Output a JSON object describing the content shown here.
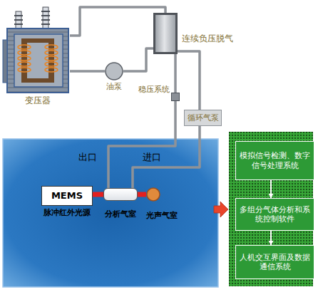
{
  "diagram": {
    "nodes": [
      {
        "text": [
          "变压器"
        ]
      },
      {
        "text": [
          "油泵"
        ]
      },
      {
        "text": [
          "连续负压脱气"
        ]
      },
      {
        "text": [
          "稳压系统"
        ]
      },
      {
        "text": [
          "循环气泵"
        ]
      },
      {
        "text": [
          "MEMS",
          "脉冲红外光源"
        ]
      },
      {
        "text": [
          "分析气室"
        ]
      },
      {
        "text": [
          "光声气室"
        ]
      },
      {
        "text": [
          "模拟信号检测、数字信号处理系统"
        ]
      },
      {
        "text": [
          "多组分气体分析和系统控制软件"
        ]
      },
      {
        "text": [
          "人机交互界面及数据通信系统"
        ]
      }
    ],
    "edges": [
      {
        "from": 0,
        "to": 1,
        "arrow": "none"
      },
      {
        "from": 1,
        "to": 2,
        "arrow": "none"
      },
      {
        "from": 0,
        "to": 2,
        "arrow": "none"
      },
      {
        "from": 2,
        "to": 3,
        "arrow": "none"
      },
      {
        "from": 3,
        "to": 6,
        "arrow": "none"
      },
      {
        "from": 2,
        "to": 4,
        "arrow": "none"
      },
      {
        "from": 4,
        "to": 6,
        "arrow": "none"
      },
      {
        "from": 5,
        "to": 6,
        "arrow": "none"
      },
      {
        "from": 6,
        "to": 7,
        "arrow": "none"
      },
      {
        "from": 8,
        "to": 9,
        "arrow": "to"
      },
      {
        "from": 9,
        "to": 10,
        "arrow": "to"
      }
    ],
    "labels": [
      "出口",
      "进口"
    ]
  }
}
